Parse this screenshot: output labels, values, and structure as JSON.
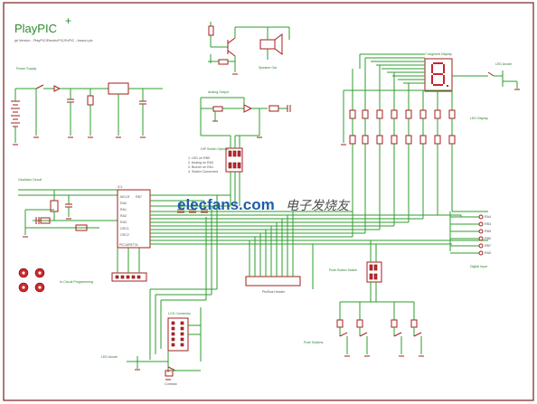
{
  "title": "PlayPIC",
  "subtitle": "jal Version - PlayPIC/ElectricPIC/ExPIC - lesson.plc",
  "watermark": {
    "brand": "elecfans.com",
    "chinese": "电子发烧友"
  },
  "blocks": {
    "power_supply": "Power Supply",
    "speaker": "Speaker Out",
    "analog": "Analog Output",
    "sevenseg": "7-segment Display",
    "led_matrix": "LED Display",
    "led_anode": "LED Anode",
    "dip": "DIP Switch Options",
    "dip_notes": [
      "1. LED on RB0",
      "2. Analog on RA0",
      "3. Buzzer on RA1",
      "4. Switch Connected"
    ],
    "clock": "Oscillator Circuit",
    "icsp": "In-Circuit Programming",
    "expansion": "Pin/Bus Header",
    "push_switch": "Push Button Switch",
    "push_buttons": "Push Buttons",
    "lcd": "LCD Connector",
    "led_anode2": "LED Anode",
    "contrast": "Contrast",
    "mcu_name": "PIC16F877A",
    "mcu_ref": "IC1",
    "digital_input": "Digital Input",
    "digital_labels": [
      "RA4",
      "RB4",
      "RB5",
      "RB6",
      "RB7",
      "RA5"
    ],
    "mcu_pins": [
      "MCLR",
      "RA0",
      "RA1",
      "RA2",
      "RA3",
      "OSC1",
      "OSC2",
      "RB7"
    ]
  }
}
